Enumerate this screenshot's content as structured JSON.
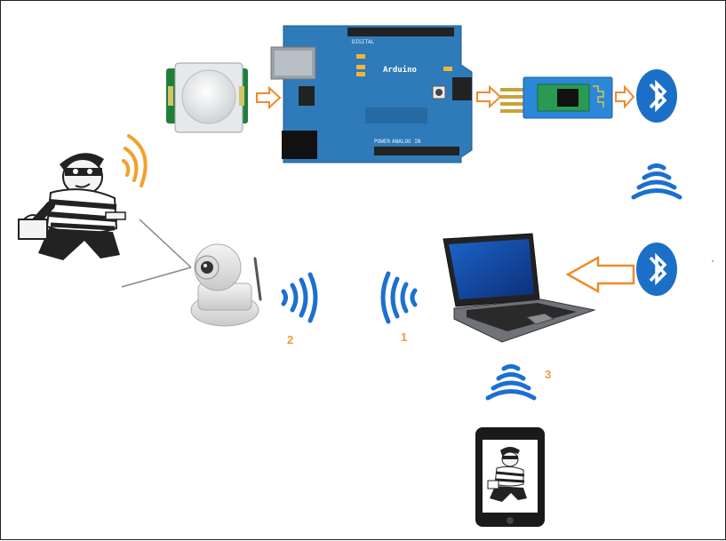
{
  "labels": {
    "arduino_brand": "Arduino",
    "step_1": "1",
    "step_2": "2",
    "step_3": "3"
  },
  "colors": {
    "arduino_blue": "#2f7ab8",
    "bluetooth_blue": "#1b6fc7",
    "wifi_blue": "#1d6fd0",
    "arrow_orange": "#f08a2a",
    "signal_orange": "#f3a02a",
    "label_orange": "#f39a3c"
  },
  "icons": [
    "pir-sensor-icon",
    "arduino-board-icon",
    "bluetooth-module-icon",
    "bluetooth-icon",
    "wifi-signal-icon",
    "burglar-icon",
    "ip-camera-icon",
    "laptop-icon",
    "smartphone-icon",
    "arrow-icon"
  ]
}
